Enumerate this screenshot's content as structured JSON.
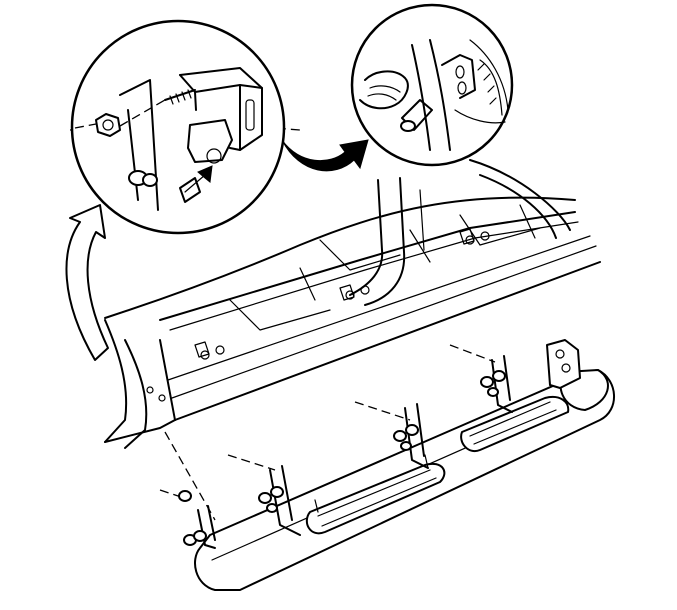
{
  "illustration": {
    "subject": "assist-step-installation",
    "detail_views": [
      "bracket-detail",
      "fastener-detail"
    ],
    "colors": {
      "line": "#000000",
      "background": "#ffffff"
    }
  }
}
